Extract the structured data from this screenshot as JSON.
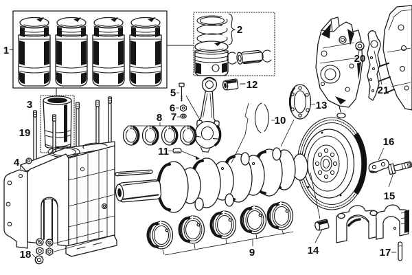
{
  "diagram": {
    "kind": "exploded-parts-diagram",
    "subject": "engine-block-pistons-crankshaft-flywheel",
    "background_color": "#ffffff",
    "ink_color": "#1a1a1a"
  },
  "callouts": [
    {
      "number": "1",
      "part": "piston-set-box"
    },
    {
      "number": "2",
      "part": "piston-rings"
    },
    {
      "number": "3",
      "part": "cylinder-liner"
    },
    {
      "number": "4",
      "part": "block-deck-plug"
    },
    {
      "number": "5",
      "part": "con-rod-bolt"
    },
    {
      "number": "6",
      "part": "con-rod-nut"
    },
    {
      "number": "7",
      "part": "con-rod-washer"
    },
    {
      "number": "8",
      "part": "big-end-bearing-shells"
    },
    {
      "number": "9",
      "part": "main-bearing-shells"
    },
    {
      "number": "10",
      "part": "thrust-washers"
    },
    {
      "number": "11",
      "part": "woodruff-key"
    },
    {
      "number": "12",
      "part": "small-end-bush"
    },
    {
      "number": "13",
      "part": "rear-seal-flange"
    },
    {
      "number": "14",
      "part": "spigot-bush"
    },
    {
      "number": "15",
      "part": "flywheel-bolt"
    },
    {
      "number": "16",
      "part": "lock-tab-washer"
    },
    {
      "number": "17",
      "part": "dowel-pin"
    },
    {
      "number": "18",
      "part": "nuts-and-washers"
    },
    {
      "number": "19",
      "part": "cylinder-head-studs"
    },
    {
      "number": "20",
      "part": "cover-plug"
    },
    {
      "number": "21",
      "part": "timing-cover-gasket"
    }
  ]
}
